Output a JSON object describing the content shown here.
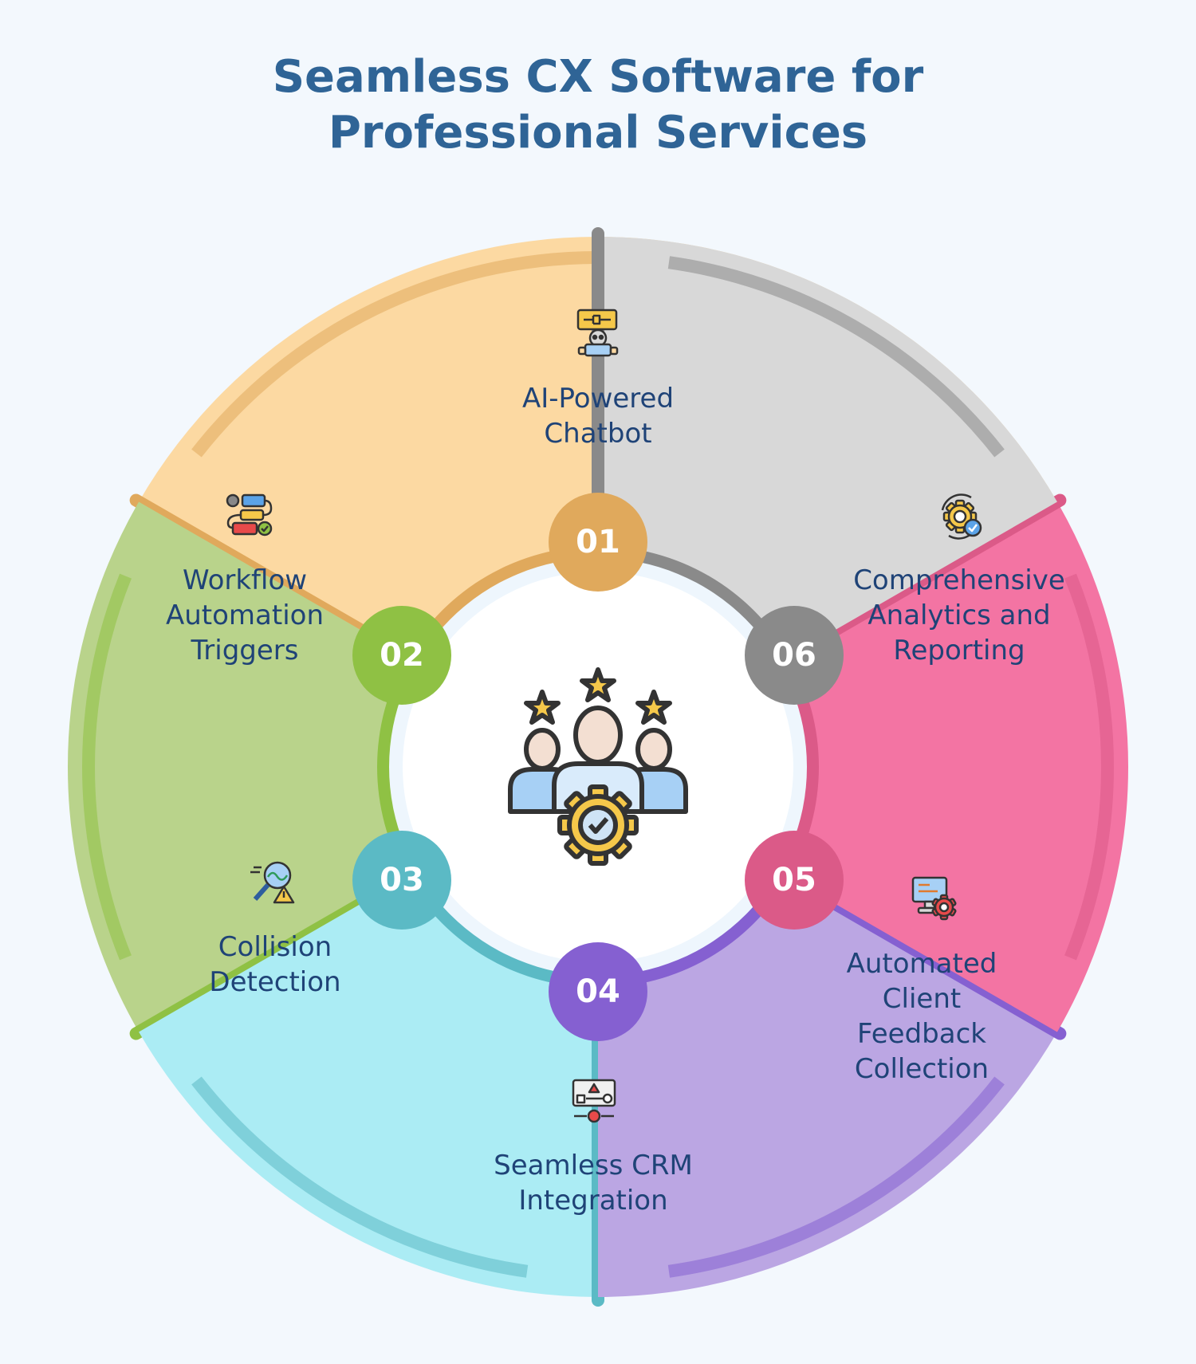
{
  "title": {
    "line1": "Seamless CX Software for",
    "line2": "Professional Services"
  },
  "center": {
    "icon": "team-gear-stars-icon"
  },
  "segments": [
    {
      "number": "01",
      "lines": [
        "AI-Powered",
        "Chatbot"
      ],
      "icon": "chatbot-icon",
      "color": "#fcd9a2",
      "accent": "#e0a95c"
    },
    {
      "number": "02",
      "lines": [
        "Workflow",
        "Automation",
        "Triggers"
      ],
      "icon": "workflow-icon",
      "color": "#b9d38b",
      "accent": "#8fc144"
    },
    {
      "number": "03",
      "lines": [
        "Collision",
        "Detection"
      ],
      "icon": "collision-search-icon",
      "color": "#abecf4",
      "accent": "#5bbac5"
    },
    {
      "number": "04",
      "lines": [
        "Seamless CRM",
        "Integration"
      ],
      "icon": "crm-integration-icon",
      "color": "#bba6e3",
      "accent": "#8560d1"
    },
    {
      "number": "05",
      "lines": [
        "Automated",
        "Client",
        "Feedback",
        "Collection"
      ],
      "icon": "feedback-monitor-icon",
      "color": "#f374a3",
      "accent": "#db5a88"
    },
    {
      "number": "06",
      "lines": [
        "Comprehensive",
        "Analytics and",
        "Reporting"
      ],
      "icon": "analytics-gear-icon",
      "color": "#d8d8d8",
      "accent": "#8a8a8a"
    }
  ]
}
